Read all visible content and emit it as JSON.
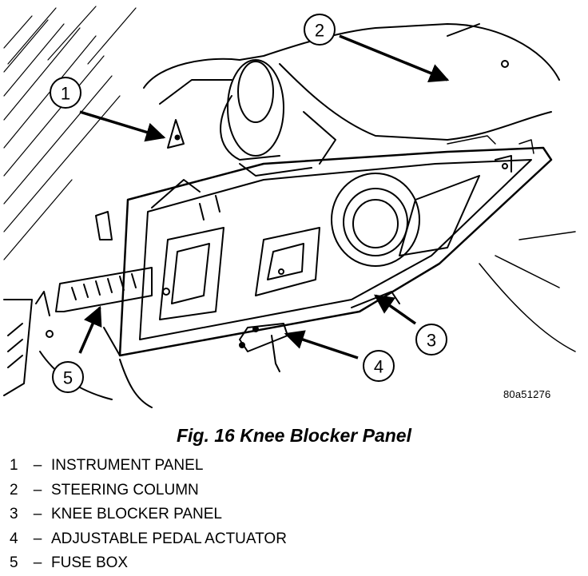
{
  "figure": {
    "code": "80a51276",
    "caption": "Fig. 16 Knee Blocker Panel",
    "callouts": [
      "1",
      "2",
      "3",
      "4",
      "5"
    ]
  },
  "legend": {
    "items": [
      {
        "num": "1",
        "dash": "–",
        "label": "INSTRUMENT PANEL"
      },
      {
        "num": "2",
        "dash": "–",
        "label": "STEERING COLUMN"
      },
      {
        "num": "3",
        "dash": "–",
        "label": "KNEE BLOCKER PANEL"
      },
      {
        "num": "4",
        "dash": "–",
        "label": "ADJUSTABLE PEDAL ACTUATOR"
      },
      {
        "num": "5",
        "dash": "–",
        "label": "FUSE BOX"
      }
    ]
  }
}
